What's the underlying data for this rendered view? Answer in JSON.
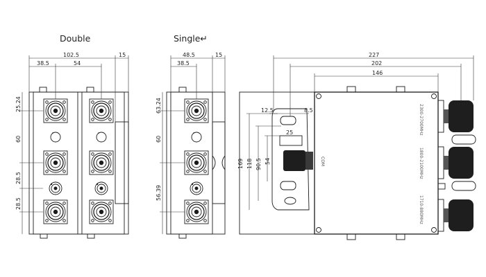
{
  "titles": {
    "double": "Double",
    "single": "Single↵"
  },
  "double_dims": {
    "width_total": "102.5",
    "left_offset": "38.5",
    "pitch": "54",
    "side": "15",
    "v_top": "25.24",
    "v_mid": "60",
    "v_gap": "28.5",
    "v_bottom": "28.5"
  },
  "single_dims": {
    "width_total": "48.5",
    "left_offset": "38.5",
    "side": "15",
    "v_top": "63.24",
    "v_mid": "60",
    "v_bottom": "56.39"
  },
  "top_dims": {
    "overall": "227",
    "connector_span": "202",
    "body": "146",
    "slot_w": "12.5",
    "slot_h": "8.5",
    "pad": "25",
    "h_total": "169",
    "h_inner": "118",
    "h_mount": "90.5",
    "h_port": "54"
  },
  "port_labels": {
    "com": "COM",
    "p1": "2300-2700MHz",
    "p2": "1800-2100MHz",
    "p3": "1710-880MHz"
  }
}
